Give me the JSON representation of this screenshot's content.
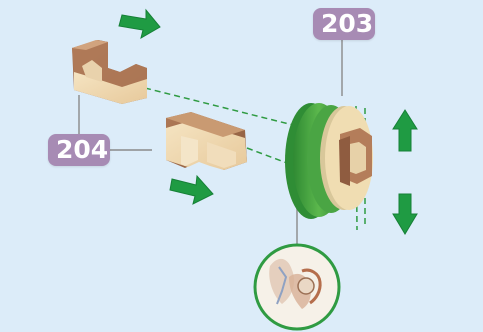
{
  "callouts": [
    {
      "id": "part-203",
      "text": "203"
    },
    {
      "id": "part-204",
      "text": "204"
    }
  ],
  "icons": {
    "top_arrow": "arrow-right-icon",
    "bottom_arrow": "arrow-right-icon",
    "up_arrow": "arrow-up-icon",
    "down_arrow": "arrow-down-icon",
    "detail": "magnified-detail-icon"
  },
  "colors": {
    "background": "#dcecf9",
    "callout_bg": "#a78bb4",
    "arrow_green": "#22a84a",
    "wheel_green": "#3e9d3a",
    "wood_light": "#f0dcb4",
    "wood_dark": "#9a6545"
  }
}
